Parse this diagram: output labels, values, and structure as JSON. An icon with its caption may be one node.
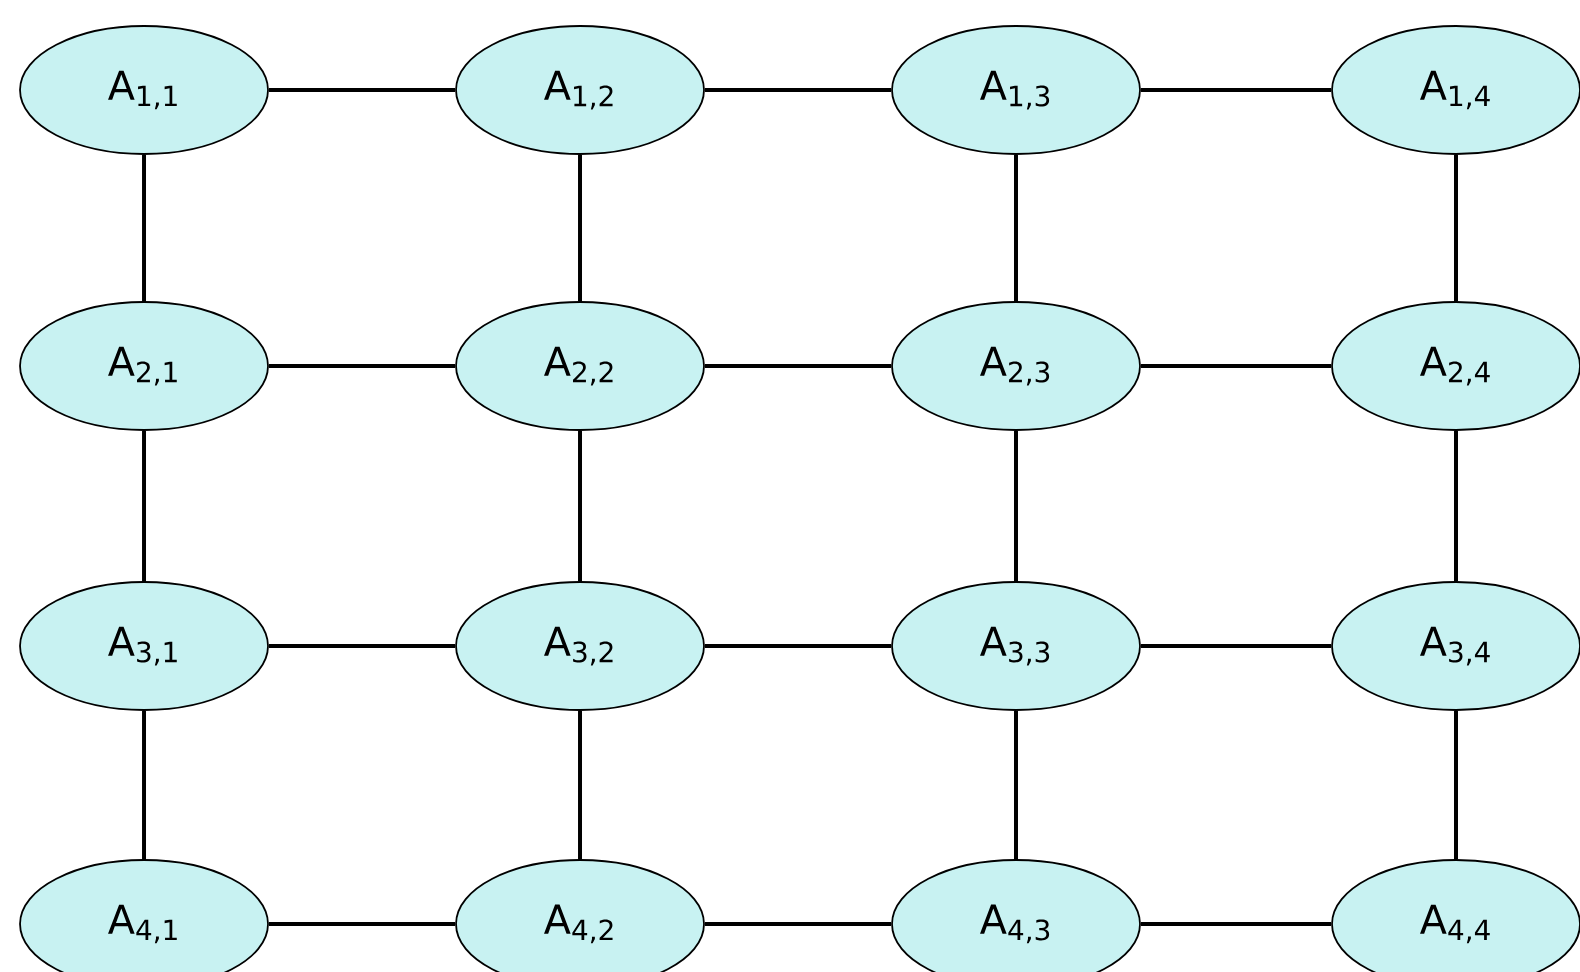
{
  "diagram": {
    "nodes": [
      {
        "text": [
          "A$_{1,1}$"
        ]
      },
      {
        "text": [
          "A$_{1,2}$"
        ]
      },
      {
        "text": [
          "A$_{1,3}$"
        ]
      },
      {
        "text": [
          "A$_{1,4}$"
        ]
      },
      {
        "text": [
          "A$_{2,1}$"
        ]
      },
      {
        "text": [
          "A$_{2,2}$"
        ]
      },
      {
        "text": [
          "A$_{2,3}$"
        ]
      },
      {
        "text": [
          "A$_{2,4}$"
        ]
      },
      {
        "text": [
          "A$_{3,1}$"
        ]
      },
      {
        "text": [
          "A$_{3,2}$"
        ]
      },
      {
        "text": [
          "A$_{3,3}$"
        ]
      },
      {
        "text": [
          "A$_{3,4}$"
        ]
      },
      {
        "text": [
          "A$_{4,1}$"
        ]
      },
      {
        "text": [
          "A$_{4,2}$"
        ]
      },
      {
        "text": [
          "A$_{4,3}$"
        ]
      },
      {
        "text": [
          "A$_{4,4}$"
        ]
      }
    ],
    "edges": [
      {
        "from": 0,
        "to": 1,
        "arrow": "none"
      },
      {
        "from": 1,
        "to": 2,
        "arrow": "none"
      },
      {
        "from": 2,
        "to": 3,
        "arrow": "none"
      },
      {
        "from": 4,
        "to": 5,
        "arrow": "none"
      },
      {
        "from": 5,
        "to": 6,
        "arrow": "none"
      },
      {
        "from": 6,
        "to": 7,
        "arrow": "none"
      },
      {
        "from": 8,
        "to": 9,
        "arrow": "none"
      },
      {
        "from": 9,
        "to": 10,
        "arrow": "none"
      },
      {
        "from": 10,
        "to": 11,
        "arrow": "none"
      },
      {
        "from": 12,
        "to": 13,
        "arrow": "none"
      },
      {
        "from": 13,
        "to": 14,
        "arrow": "none"
      },
      {
        "from": 14,
        "to": 15,
        "arrow": "none"
      },
      {
        "from": 0,
        "to": 4,
        "arrow": "none"
      },
      {
        "from": 4,
        "to": 8,
        "arrow": "none"
      },
      {
        "from": 8,
        "to": 12,
        "arrow": "none"
      },
      {
        "from": 1,
        "to": 5,
        "arrow": "none"
      },
      {
        "from": 5,
        "to": 9,
        "arrow": "none"
      },
      {
        "from": 9,
        "to": 13,
        "arrow": "none"
      },
      {
        "from": 2,
        "to": 6,
        "arrow": "none"
      },
      {
        "from": 6,
        "to": 10,
        "arrow": "none"
      },
      {
        "from": 10,
        "to": 14,
        "arrow": "none"
      },
      {
        "from": 3,
        "to": 7,
        "arrow": "none"
      },
      {
        "from": 7,
        "to": 11,
        "arrow": "none"
      },
      {
        "from": 11,
        "to": 15,
        "arrow": "none"
      }
    ]
  }
}
